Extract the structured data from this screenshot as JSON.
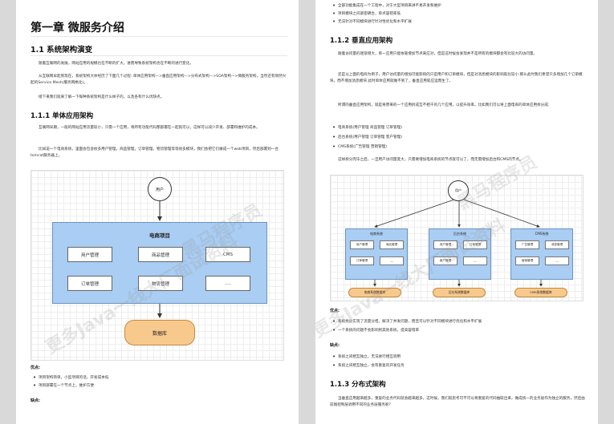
{
  "left": {
    "chapter_title": "第一章 微服务介绍",
    "s1_title": "1.1 系统架构演变",
    "s1_p1": "随着互联网的发展，网站应用的规模也在不断的扩大，进而导致系统架构也在不断的进行变化。",
    "s1_p2": "从互联网早起到现在，系统架构大体经历了下面几个过程: 单体应用架构—>垂直应用架构—>分布式架构—>SOA架构—>微服务架构，当然还有悄然兴起的Service Mesh(服务网格化)。",
    "s1_p3": "接下来我们就来了解一下每种系统架构是什么样子的，以及各有什么优缺点。",
    "s11_title": "1.1.1 单体应用架构",
    "s11_p1": "互联网早期，一般的网站应用流量较小，只需一个应用，将所有功能代码都部署在一起就可以，这样可以减少开发、部署和维护的成本。",
    "s11_p2": "比如说一个电商系统，里面会包含很多用户管理，商品管理，订单管理，物流管理等等很多模块，我们会把它们做成一个web项目，然后部署到一台tomcat服务器上。",
    "diagram": {
      "user": "用户",
      "project": "电商项目",
      "modules": [
        "用户管理",
        "商品管理",
        "CMS",
        "订单管理",
        "物流管理",
        "....."
      ],
      "db": "数据库"
    },
    "pros_label": "优点:",
    "pros": [
      "项目架构简单，小型项目的话，开发成本低",
      "项目部署在一个节点上，维护方便"
    ],
    "cons_label": "缺点:"
  },
  "right": {
    "top_bullets": [
      "全部功能集成在一个工程中，对于大型项目来讲不易开发和维护",
      "项目模块之间紧密耦合，单点容错率低",
      "无法针对不同模块进行针对性优化和水平扩展"
    ],
    "s12_title": "1.1.2 垂直应用架构",
    "s12_p1": "随着访问量的逐渐增大，单一应用只能依靠增加节点来应对，但是这时候会发现并不是所有的模块都会有比较大的访问量。",
    "s12_p2": "还是以上面的电商为例子，用户访问量的增加可能影响的只是用户和订单模块，但是对消息模块的影响就比较小.那么此时我们希望只多增加几个订单模块，而不增加消息模块.此时单体应用就做不到了，垂直应用就应运而生了。",
    "s12_p3": "所谓的垂直应用架构，就是将原来的一个应用拆成互不相干的几个应用，以提升效率。比如我们可以将上面电商的单体应用拆分成:",
    "split_items": [
      "电商系统(用户管理 商品管理 订单管理)",
      "后台系统(用户管理 订单管理 客户管理)",
      "CMS系统(广告管理 营销管理)"
    ],
    "s12_p4": "这样拆分完毕之后，一旦用户访问量变大，只需要增加电商系统的节点就可以了，而无需增加后台和CMS的节点。",
    "diagram": {
      "user": "用户",
      "systems": [
        {
          "title": "电商系统",
          "modules": [
            "用户管理",
            "商品管理",
            "订单管理",
            "...."
          ],
          "db": "电商系统数据库"
        },
        {
          "title": "后台系统",
          "modules": [
            "用户管理",
            "订单管理",
            "客户管理",
            "...."
          ],
          "db": "后台系统数据库"
        },
        {
          "title": "CMS系统",
          "modules": [
            "广告管理",
            "消息管理",
            "营销管理",
            "...."
          ],
          "db": "CMS系统数据库"
        }
      ]
    },
    "pros_label": "优点:",
    "pros": [
      "系统拆分实现了流量分担，解决了并发问题，而且可以针对不同模块进行优化和水平扩展",
      "一个系统的问题不会影响到其他系统，提高容错率"
    ],
    "cons_label": "缺点:",
    "cons": [
      "系统之间相互独立，无法进行相互调用",
      "系统之间相互独立，会有重复的开发任务"
    ],
    "s13_title": "1.1.3 分布式架构",
    "s13_p1": "当垂直应用越来越多，重复的业务代码就会越来越多。这时候，我们就思考可不可以将重复的代码抽取出来，做成统一的业务层作为独立的服务，然后由前端控制层调用不同的业务层服务呢?"
  },
  "colors": {
    "project_fill": "#a9cdf3",
    "db_fill": "#f8c98d",
    "arrow": "#333333"
  }
}
